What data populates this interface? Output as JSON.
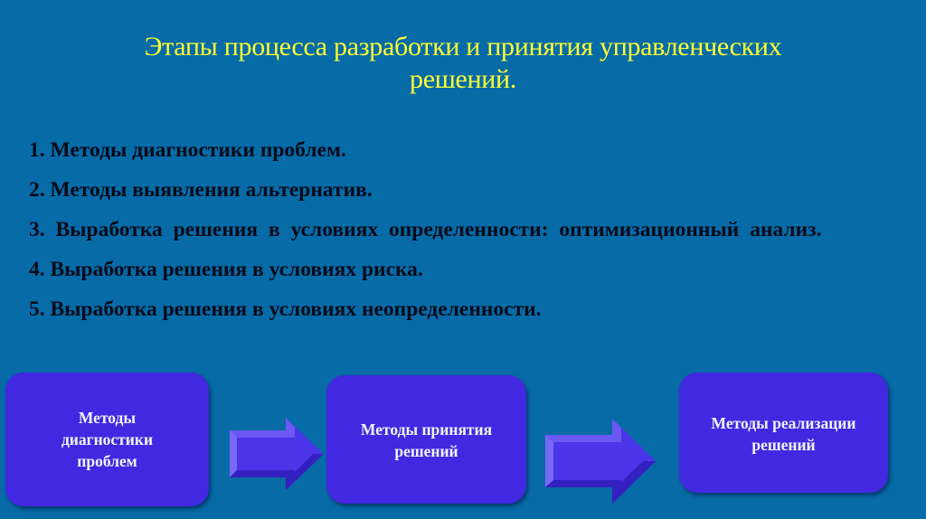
{
  "slide": {
    "title": "Этапы процесса разработки и принятия управленческих решений.",
    "title_line1": "Этапы процесса разработки и принятия управленческих",
    "title_line2": "решений.",
    "colors": {
      "background": "#066ba7",
      "title": "#ffff33",
      "list_text": "#0a0a1a",
      "box_fill": "#4228e0",
      "box_text": "#f4f4ff",
      "arrow_fill": "#4a35e8"
    }
  },
  "list": {
    "items": [
      "1. Методы диагностики проблем.",
      "2. Методы выявления альтернатив.",
      "3. Выработка решения в условиях определенности: оптимизационный анализ.",
      "4. Выработка решения в условиях риска.",
      "5. Выработка решения в условиях неопределенности."
    ]
  },
  "flow": {
    "boxes": [
      {
        "label": "Методы диагностики проблем",
        "lines": [
          "Методы",
          "диагностики",
          "проблем"
        ]
      },
      {
        "label": "Методы принятия решений",
        "lines": [
          "Методы принятия",
          "решений"
        ]
      },
      {
        "label": "Методы реализации решений",
        "lines": [
          "Методы реализации",
          "решений"
        ]
      }
    ],
    "arrows": [
      "right-arrow-icon",
      "right-arrow-icon"
    ]
  }
}
